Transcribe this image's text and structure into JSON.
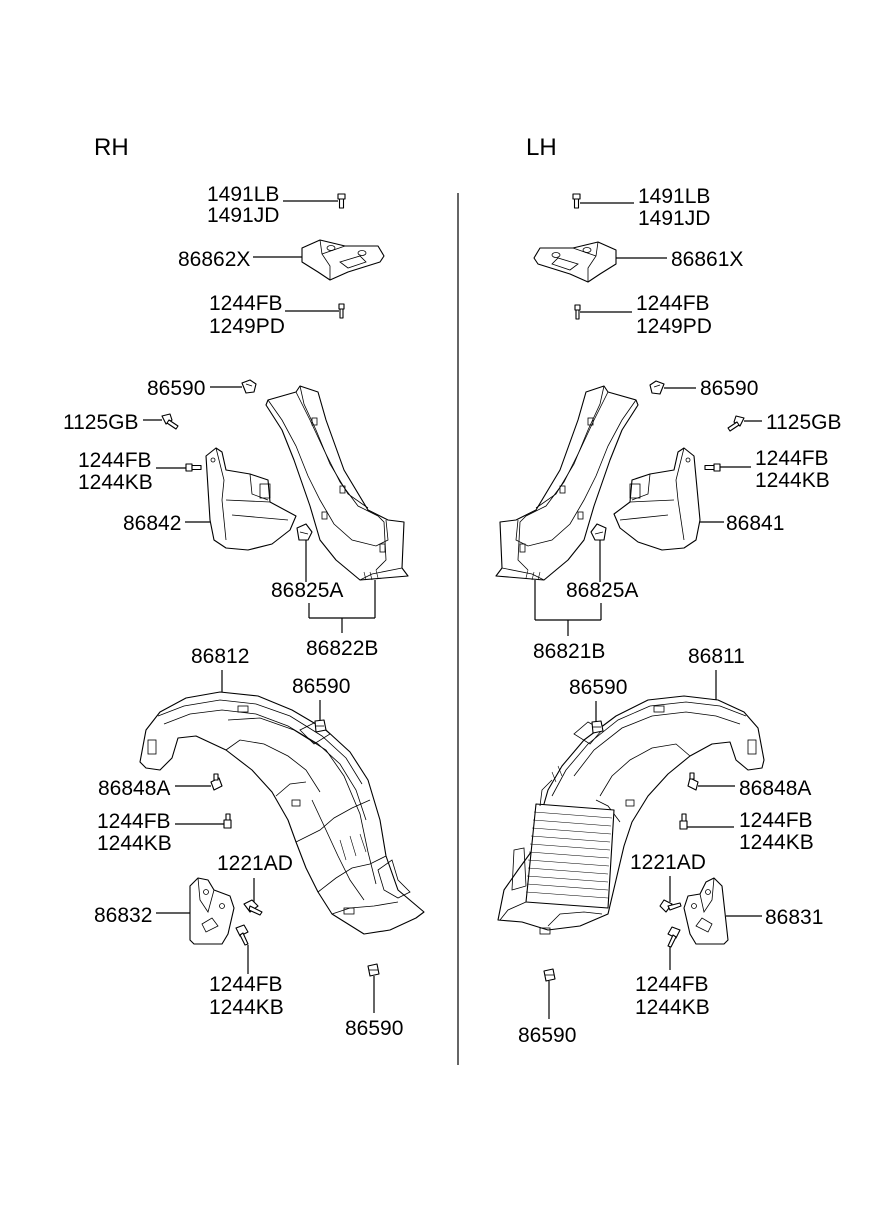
{
  "headers": {
    "rh": "RH",
    "lh": "LH"
  },
  "rh": {
    "bolt_top_1": "1491LB",
    "bolt_top_2": "1491JD",
    "bracket": "86862X",
    "screw_1": "1244FB",
    "screw_2": "1249PD",
    "clip_top": "86590",
    "bolt_1125": "1125GB",
    "screw_flap_1": "1244FB",
    "screw_flap_2": "1244KB",
    "mud_flap": "86842",
    "clip_825": "86825A",
    "flap_assy": "86822B",
    "liner": "86812",
    "clip_liner": "86590",
    "pin": "86848A",
    "screw_liner_1": "1244FB",
    "screw_liner_2": "1244KB",
    "bolt_1221": "1221AD",
    "guard": "86832",
    "screw_bottom_1": "1244FB",
    "screw_bottom_2": "1244KB",
    "clip_bottom": "86590"
  },
  "lh": {
    "bolt_top_1": "1491LB",
    "bolt_top_2": "1491JD",
    "bracket": "86861X",
    "screw_1": "1244FB",
    "screw_2": "1249PD",
    "clip_top": "86590",
    "bolt_1125": "1125GB",
    "screw_flap_1": "1244FB",
    "screw_flap_2": "1244KB",
    "mud_flap": "86841",
    "clip_825": "86825A",
    "flap_assy": "86821B",
    "liner": "86811",
    "clip_liner": "86590",
    "pin": "86848A",
    "screw_liner_1": "1244FB",
    "screw_liner_2": "1244KB",
    "bolt_1221": "1221AD",
    "guard": "86831",
    "screw_bottom_1": "1244FB",
    "screw_bottom_2": "1244KB",
    "clip_bottom": "86590"
  }
}
